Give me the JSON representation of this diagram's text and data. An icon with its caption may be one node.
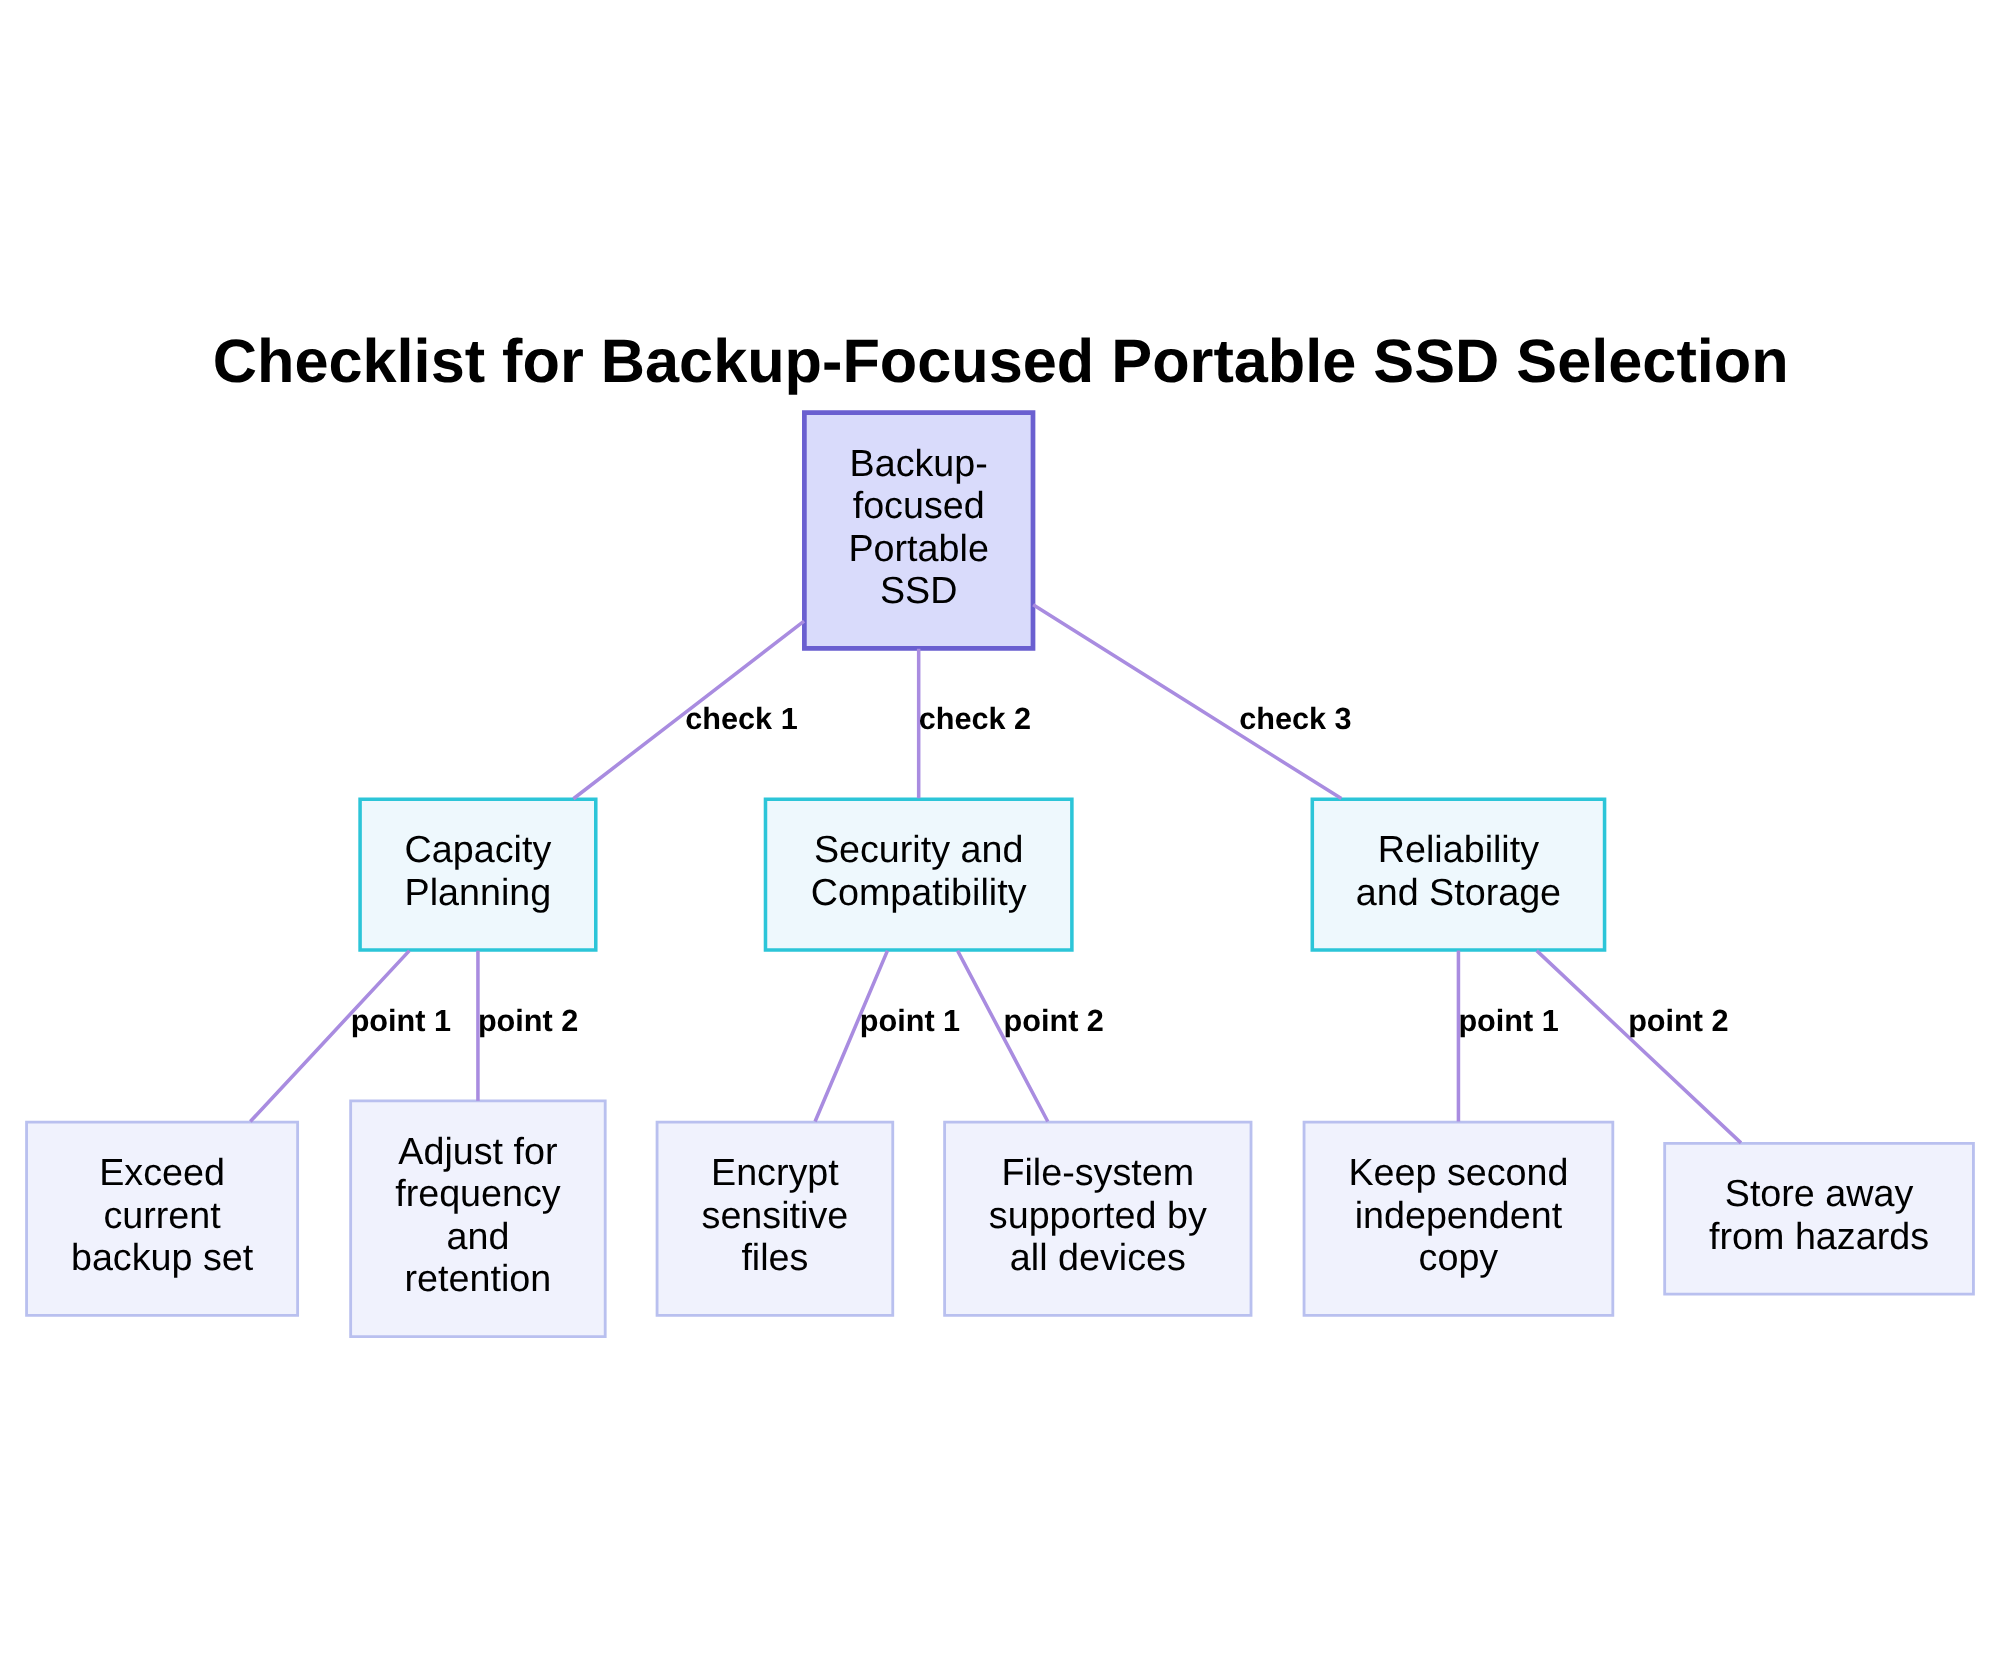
{
  "diagram": {
    "title": "Checklist for Backup-Focused Portable SSD Selection",
    "nodes": [
      {
        "text": [
          "Backup-focused Portable SSD"
        ]
      },
      {
        "text": [
          "Capacity Planning"
        ]
      },
      {
        "text": [
          "Security and Compatibility"
        ]
      },
      {
        "text": [
          "Reliability and Storage"
        ]
      },
      {
        "text": [
          "Exceed current backup set"
        ]
      },
      {
        "text": [
          "Adjust for frequency and retention"
        ]
      },
      {
        "text": [
          "Encrypt sensitive files"
        ]
      },
      {
        "text": [
          "File-system supported by all devices"
        ]
      },
      {
        "text": [
          "Keep second independent copy"
        ]
      },
      {
        "text": [
          "Store away from hazards"
        ]
      }
    ],
    "edges": [
      {
        "from": 0,
        "to": 1,
        "arrow": "none",
        "label": "check 1"
      },
      {
        "from": 0,
        "to": 2,
        "arrow": "none",
        "label": "check 2"
      },
      {
        "from": 0,
        "to": 3,
        "arrow": "none",
        "label": "check 3"
      },
      {
        "from": 1,
        "to": 4,
        "arrow": "none",
        "label": "point 1"
      },
      {
        "from": 1,
        "to": 5,
        "arrow": "none",
        "label": "point 2"
      },
      {
        "from": 2,
        "to": 6,
        "arrow": "none",
        "label": "point 1"
      },
      {
        "from": 2,
        "to": 7,
        "arrow": "none",
        "label": "point 2"
      },
      {
        "from": 3,
        "to": 8,
        "arrow": "none",
        "label": "point 1"
      },
      {
        "from": 3,
        "to": 9,
        "arrow": "none",
        "label": "point 2"
      }
    ]
  }
}
